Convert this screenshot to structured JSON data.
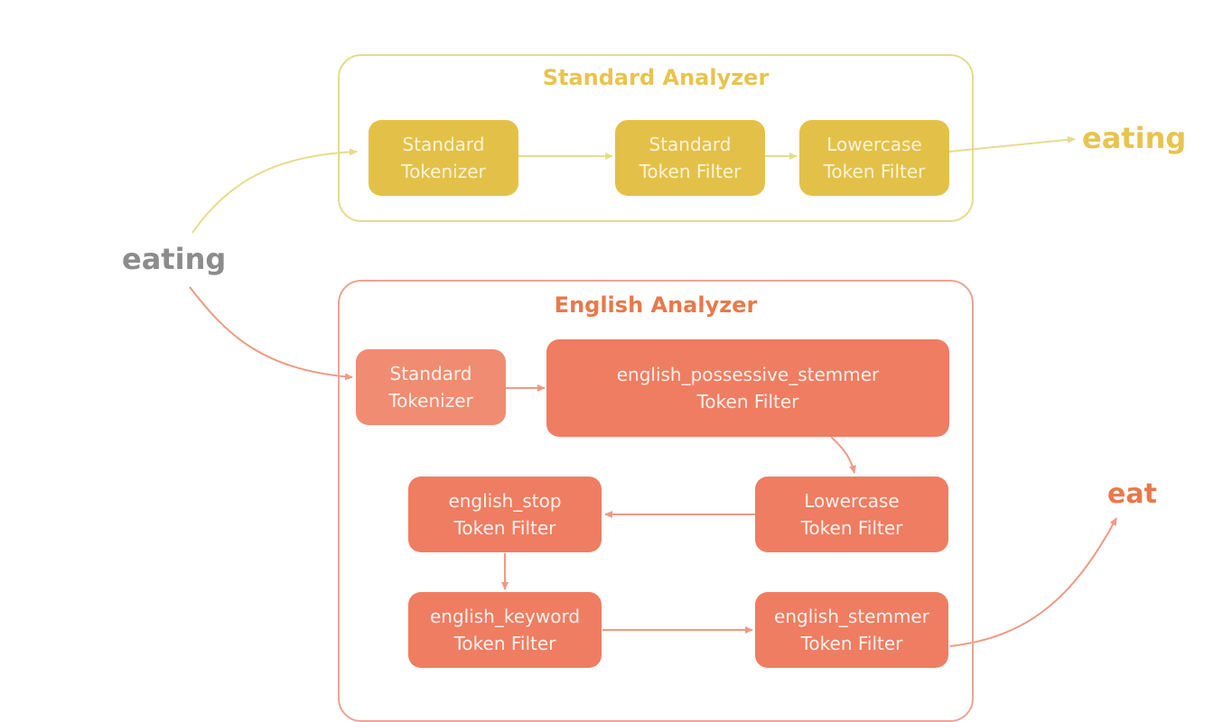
{
  "colors": {
    "standard_accent": "#e3c149",
    "standard_box_border": "#e6db8f",
    "standard_title": "#e8c44e",
    "english_accent": "#ef7d62",
    "english_box_border": "#eaa593",
    "english_title": "#e8794a",
    "input_label": "#8c8c8c"
  },
  "input_label": "eating",
  "standard_analyzer": {
    "title": "Standard Analyzer",
    "output": "eating",
    "nodes": [
      {
        "line1": "Standard",
        "line2": "Tokenizer"
      },
      {
        "line1": "Standard",
        "line2": "Token Filter"
      },
      {
        "line1": "Lowercase",
        "line2": "Token Filter"
      }
    ]
  },
  "english_analyzer": {
    "title": "English Analyzer",
    "output": "eat",
    "nodes": [
      {
        "line1": "Standard",
        "line2": "Tokenizer"
      },
      {
        "line1": "english_possessive_stemmer",
        "line2": "Token Filter"
      },
      {
        "line1": "Lowercase",
        "line2": "Token Filter"
      },
      {
        "line1": "english_stop",
        "line2": "Token Filter"
      },
      {
        "line1": "english_keyword",
        "line2": "Token Filter"
      },
      {
        "line1": "english_stemmer",
        "line2": "Token Filter"
      }
    ]
  }
}
